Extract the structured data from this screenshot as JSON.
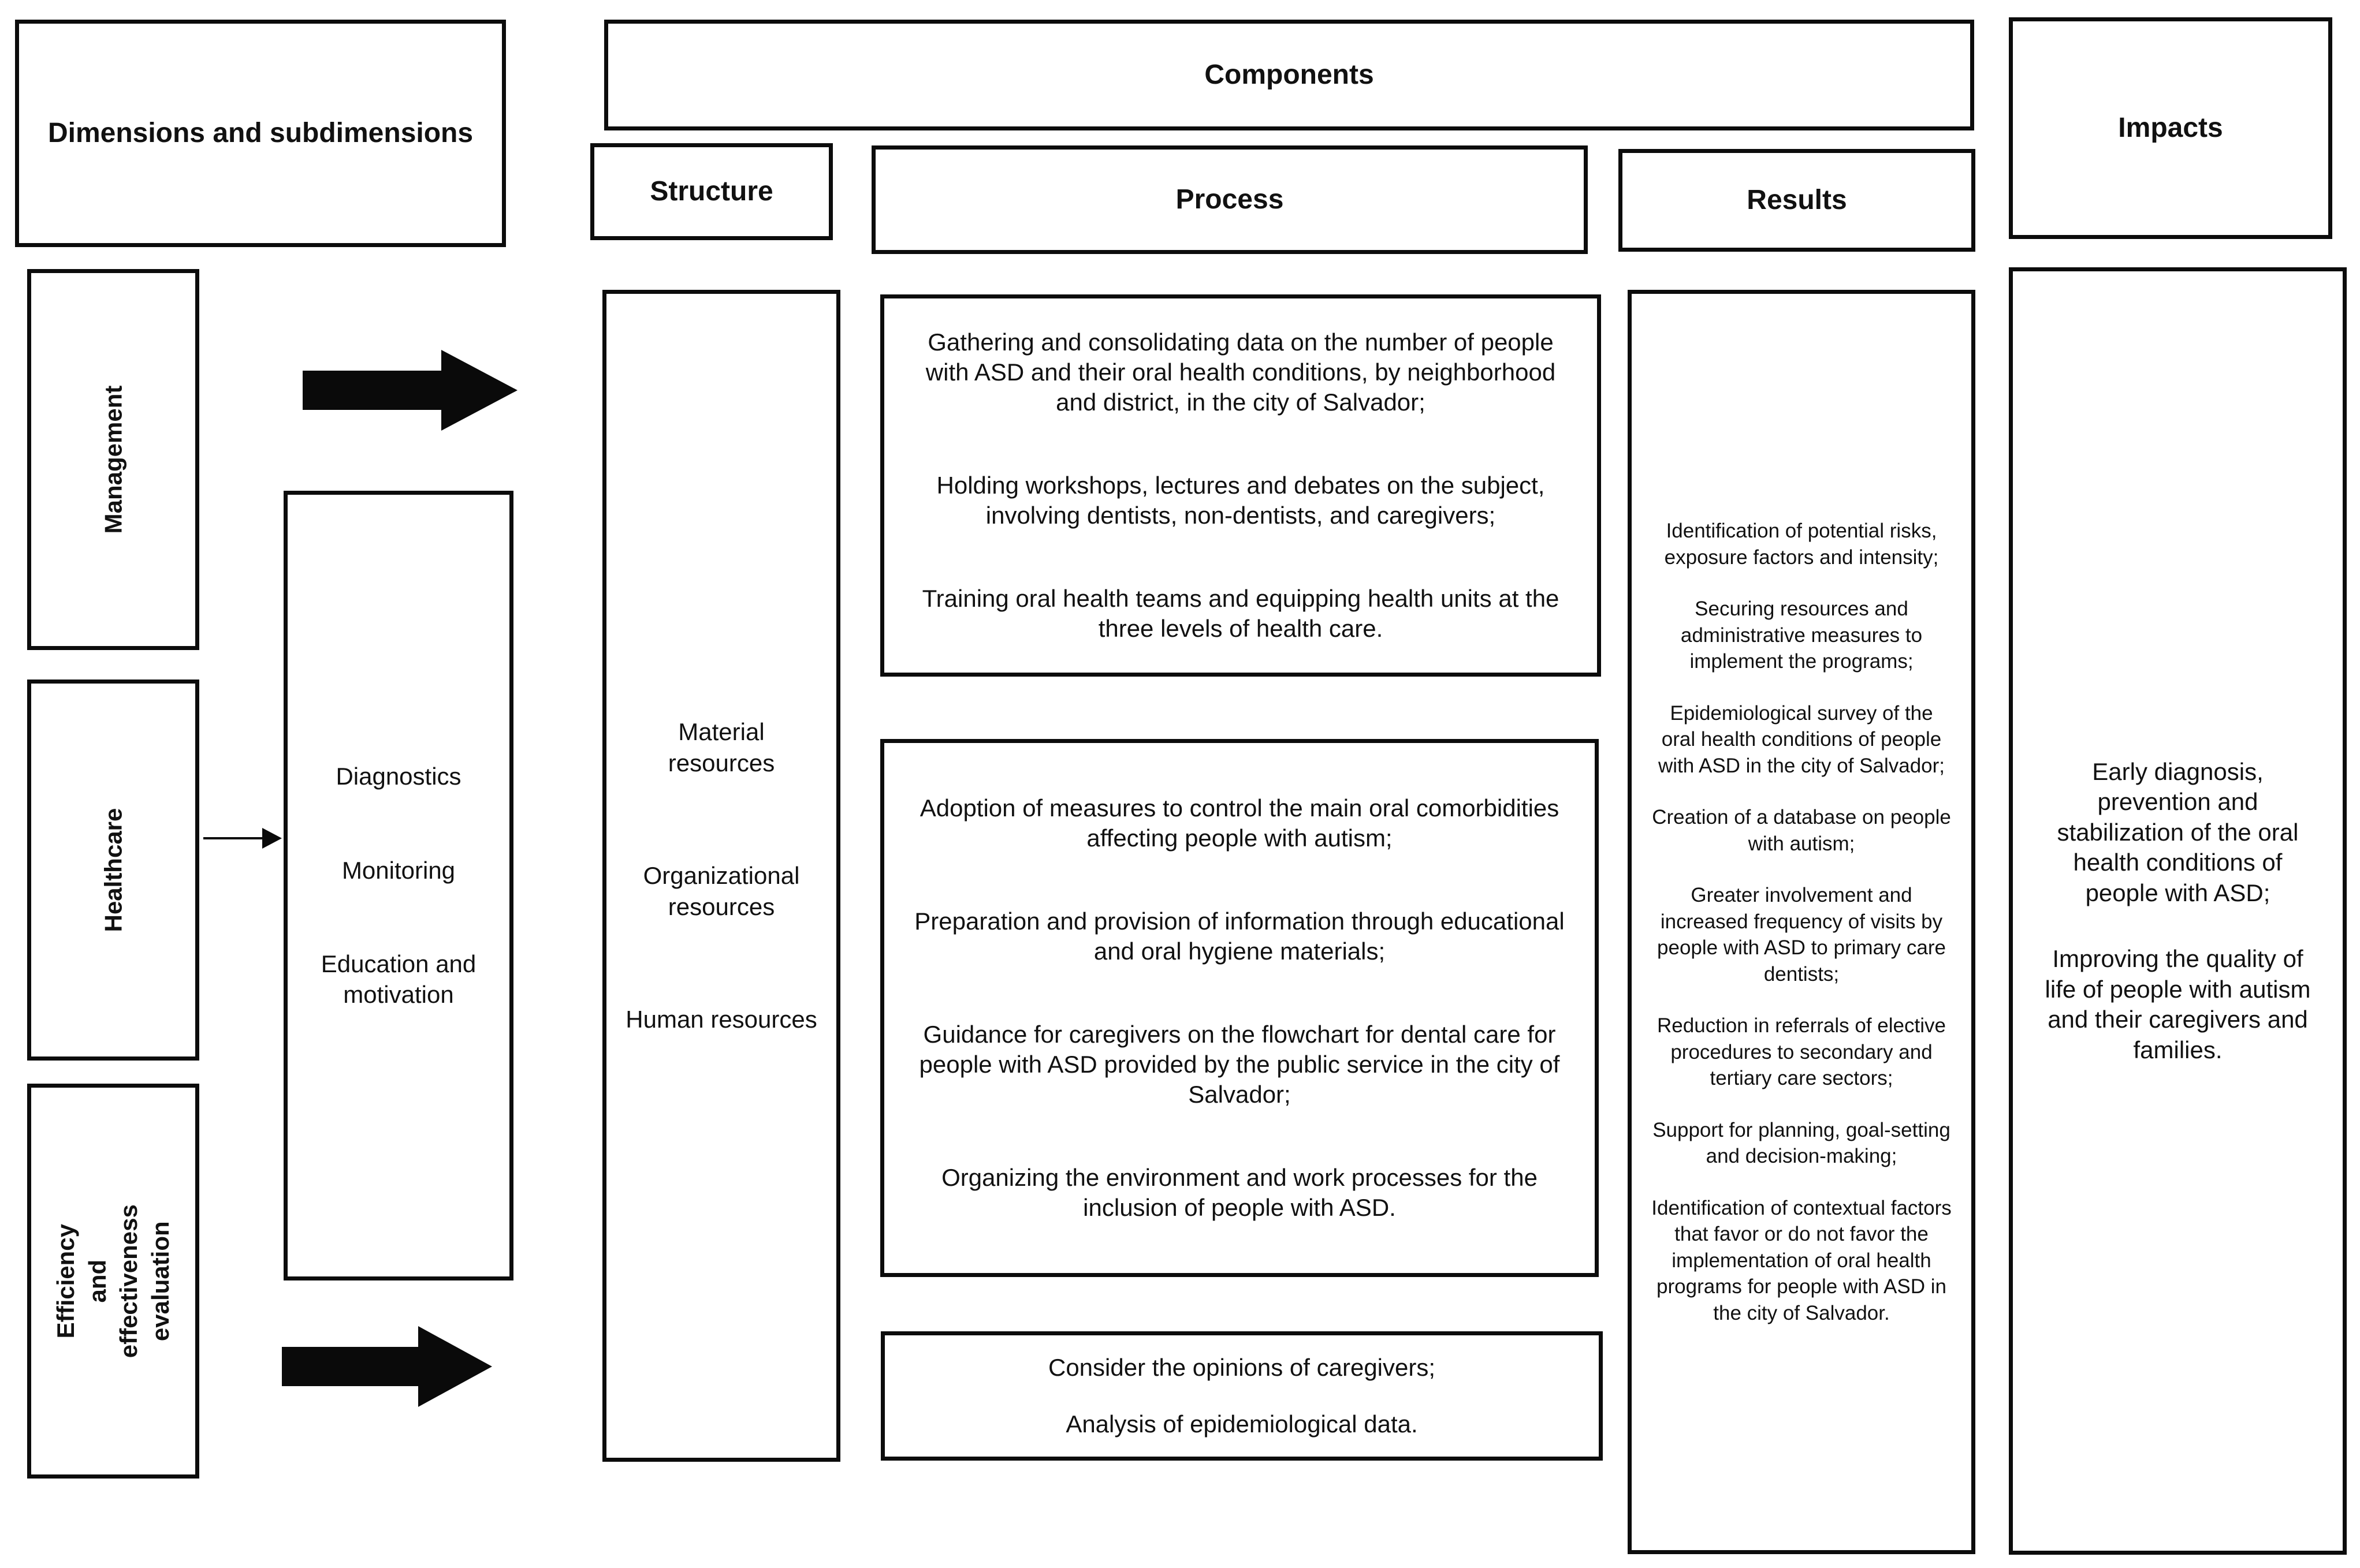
{
  "headers": {
    "dimensions": "Dimensions and subdimensions",
    "components": "Components",
    "structure": "Structure",
    "process": "Process",
    "results": "Results",
    "impacts": "Impacts"
  },
  "dimensions": {
    "management": "Management",
    "healthcare": "Healthcare",
    "evaluation": "Efficiency and effectiveness evaluation"
  },
  "subdimensions": {
    "items": [
      "Diagnostics",
      "Monitoring",
      "Education and motivation"
    ]
  },
  "structure": {
    "items": [
      "Material resources",
      "Organizational resources",
      "Human resources"
    ]
  },
  "process": {
    "box1": [
      "Gathering and consolidating data on the number of people with ASD and their oral health conditions, by neighborhood and district, in the city of Salvador;",
      "Holding workshops, lectures and debates on the subject, involving dentists, non-dentists, and caregivers;",
      "Training oral health teams and equipping health units at the three levels of health care."
    ],
    "box2": [
      "Adoption of measures to control the main oral comorbidities affecting people with autism;",
      "Preparation and provision of information through educational and oral hygiene materials;",
      "Guidance for caregivers on the flowchart for dental care for people with ASD provided by the public service in the city of Salvador;",
      "Organizing the environment and work processes for the inclusion of people with ASD."
    ],
    "box3": [
      "Consider the opinions of caregivers;",
      "Analysis of epidemiological data."
    ]
  },
  "results": {
    "items": [
      "Identification of potential risks, exposure factors and intensity;",
      "Securing resources and administrative measures to implement the programs;",
      "Epidemiological survey of the oral health conditions of people with ASD in the city of Salvador;",
      "Creation of a database on people with autism;",
      "Greater involvement and increased frequency of visits by people with ASD to primary care dentists;",
      "Reduction in referrals of elective procedures to secondary and tertiary care sectors;",
      "Support for planning, goal-setting and decision-making;",
      "Identification of contextual factors that favor or do not favor the implementation of oral health programs for people with ASD in the city of Salvador."
    ]
  },
  "impacts": {
    "items": [
      "Early diagnosis, prevention and stabilization of the oral health conditions of people with ASD;",
      "Improving the quality of life of people with autism and their caregivers and families."
    ]
  },
  "colors": {
    "border": "#0c0c0c",
    "arrow": "#0a0a0a",
    "background": "#ffffff"
  }
}
